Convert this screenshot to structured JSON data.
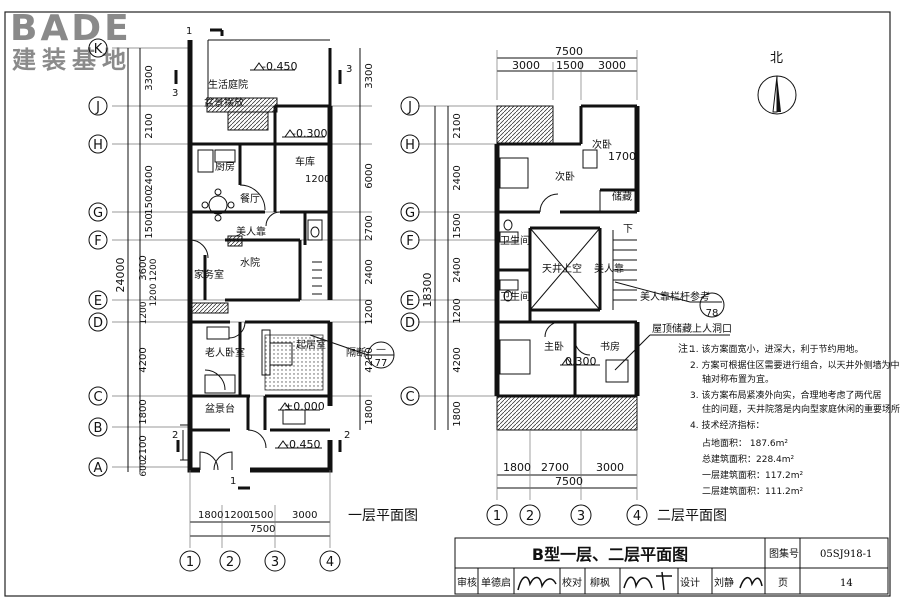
{
  "logo": {
    "brand": "BADE",
    "chinese": "建装基地"
  },
  "plan1": {
    "caption": "一层平面图",
    "elev_court": "-0.450",
    "elev_garage": "-0.300",
    "elev_main": "±0.000",
    "elev_front": "-0.450",
    "dim_garage": "1200",
    "section_label": "隔断",
    "section_num": "77",
    "section_top": "—",
    "total_len": "24000",
    "left_dims": [
      "3300",
      "2100",
      "2400",
      "1500",
      "1500",
      "3600",
      "1200",
      "1200",
      "1200",
      "4200",
      "1800",
      "2100",
      "600"
    ],
    "right_dims": [
      "3300",
      "6000",
      "2700",
      "2400",
      "1200",
      "4200",
      "1800"
    ],
    "rooms": {
      "court": "生活庭院",
      "bonsai_top": "盆景摆放",
      "kitchen": "厨房",
      "dining": "餐厅",
      "garage": "车库",
      "cabinet": "美人靠",
      "water": "水院",
      "maid": "家务室",
      "elder": "老人卧室",
      "living": "起居室",
      "bonsai": "盆景台"
    },
    "bottom_total": "7500",
    "bottom_dims": [
      "1800",
      "1200",
      "1500",
      "3000"
    ],
    "axes": [
      "1",
      "2",
      "3",
      "4"
    ],
    "cut_marks": [
      "1",
      "3",
      "3",
      "2",
      "2",
      "1"
    ]
  },
  "plan2": {
    "caption": "二层平面图",
    "top_total": "7500",
    "top_dims": [
      "3000",
      "1500",
      "3000"
    ],
    "total_len": "18300",
    "left_dims": [
      "2100",
      "2400",
      "1500",
      "2400",
      "1200",
      "4200",
      "1800"
    ],
    "bottom_total": "7500",
    "bottom_dims": [
      "1800",
      "2700",
      "3000"
    ],
    "axes": [
      "1",
      "2",
      "3",
      "4"
    ],
    "dim_bed": "1700",
    "elev_master": "0.300",
    "cabinet_ref": "美人靠栏杆参考",
    "cabinet_num": "78",
    "attic_note": "屋顶储藏上人洞口",
    "rooms": {
      "bed_top": "次卧",
      "bed_right": "次卧",
      "storage": "储藏",
      "bath1": "卫生间",
      "bath2": "卫生间",
      "void": "天井上空",
      "cabinet": "美人靠",
      "master": "主卧",
      "study": "书房",
      "down": "下"
    }
  },
  "axes_rows": [
    "K",
    "J",
    "H",
    "G",
    "F",
    "E",
    "D",
    "C",
    "B",
    "A"
  ],
  "axes_rows2": [
    "J",
    "H",
    "G",
    "F",
    "E",
    "D",
    "C"
  ],
  "north": "北",
  "notes": {
    "head": "注：",
    "items": [
      "1. 该方案面宽小，进深大，利于节约用地。",
      "2. 方案可根据住区需要进行组合，以天井外侧墙为中",
      "轴对称布置为宜。",
      "3. 该方案布局紧凑外向实，合理地考虑了两代居",
      "住的问题，天井院落是内向型家庭休闲的重要场所。",
      "4. 技术经济指标："
    ],
    "stats": [
      "占地面积：   187.6m²",
      "总建筑面积：228.4m²",
      "一层建筑面积：117.2m²",
      "二层建筑面积：111.2m²"
    ]
  },
  "title_block": {
    "title": "B型一层、二层平面图",
    "atlas_label": "图集号",
    "atlas_no": "05SJ918-1",
    "page_label": "页",
    "page_no": "14",
    "review_label": "审核",
    "reviewer": "单德启",
    "check_label": "校对",
    "checker": "柳枫",
    "design_label": "设计",
    "designer": "刘静"
  }
}
